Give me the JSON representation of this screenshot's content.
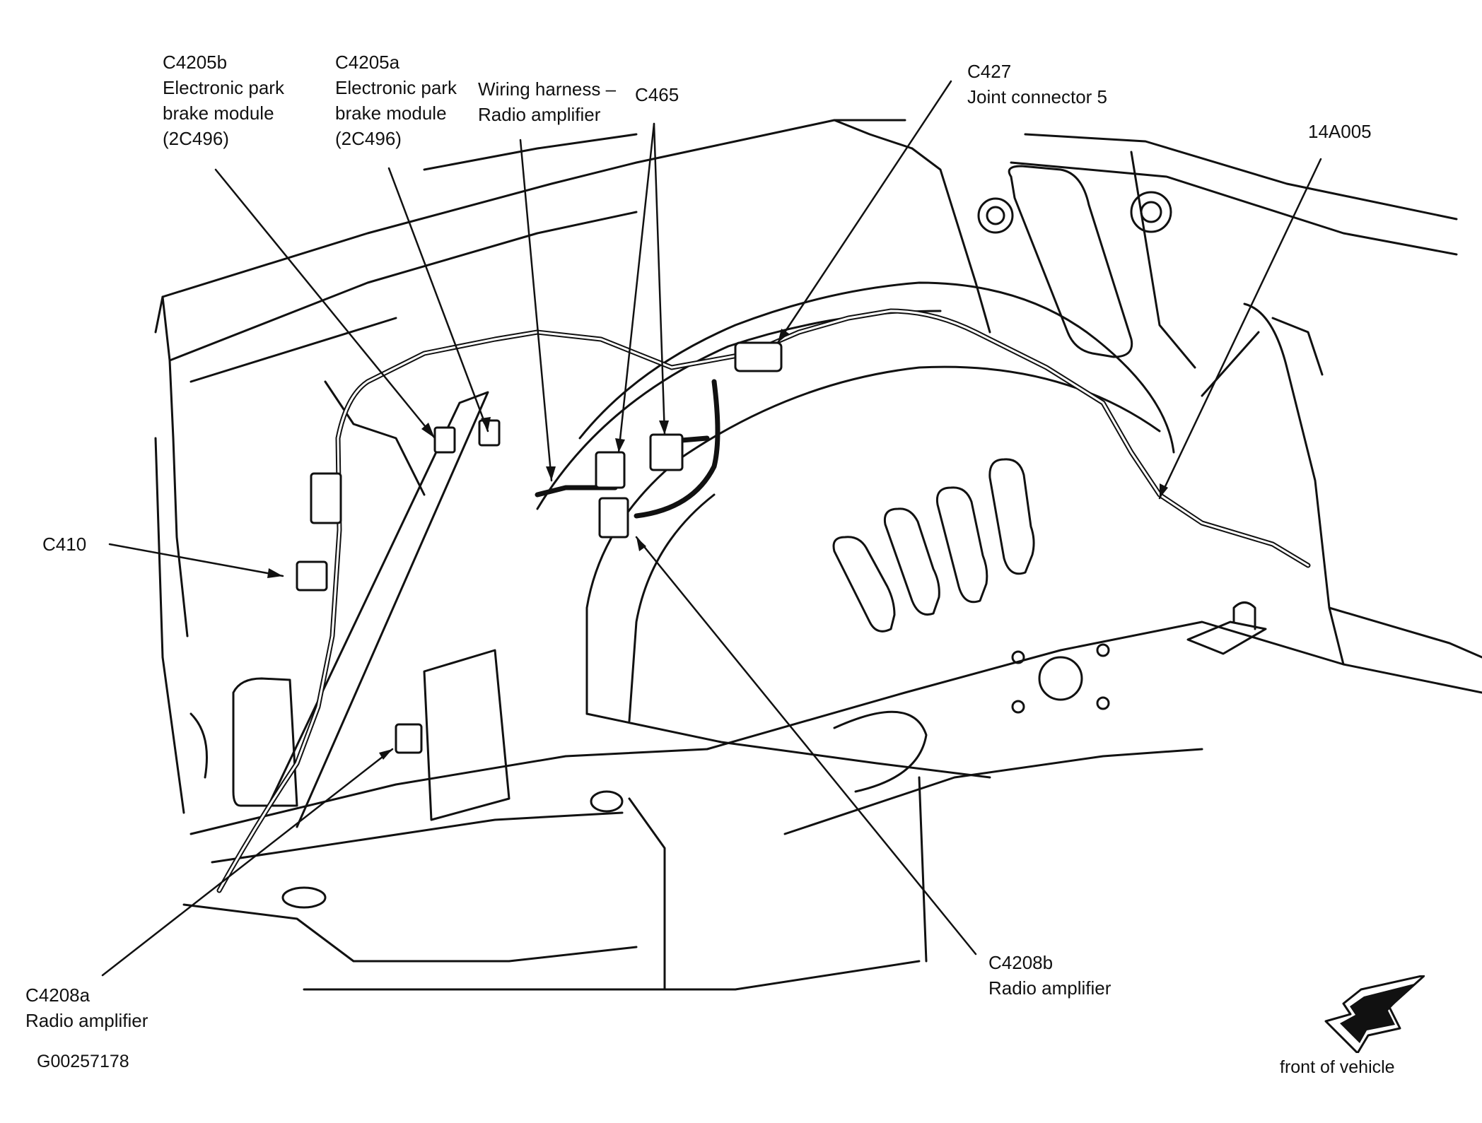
{
  "figure_id": "G00257178",
  "front_indicator": {
    "label": "front of vehicle",
    "icon": "front-arrow-icon"
  },
  "callouts": {
    "c4205b": {
      "code": "C4205b",
      "line1": "Electronic park",
      "line2": "brake module",
      "line3": "(2C496)"
    },
    "c4205a": {
      "code": "C4205a",
      "line1": "Electronic park",
      "line2": "brake module",
      "line3": "(2C496)"
    },
    "harness": {
      "line1": "Wiring harness –",
      "line2": "Radio amplifier"
    },
    "c465": {
      "code": "C465"
    },
    "c427": {
      "code": "C427",
      "line1": "Joint connector 5"
    },
    "a14a005": {
      "code": "14A005"
    },
    "c410": {
      "code": "C410"
    },
    "c4208a": {
      "code": "C4208a",
      "line1": "Radio amplifier"
    },
    "c4208b": {
      "code": "C4208b",
      "line1": "Radio amplifier"
    }
  },
  "colors": {
    "ink": "#111111",
    "background": "#ffffff"
  }
}
